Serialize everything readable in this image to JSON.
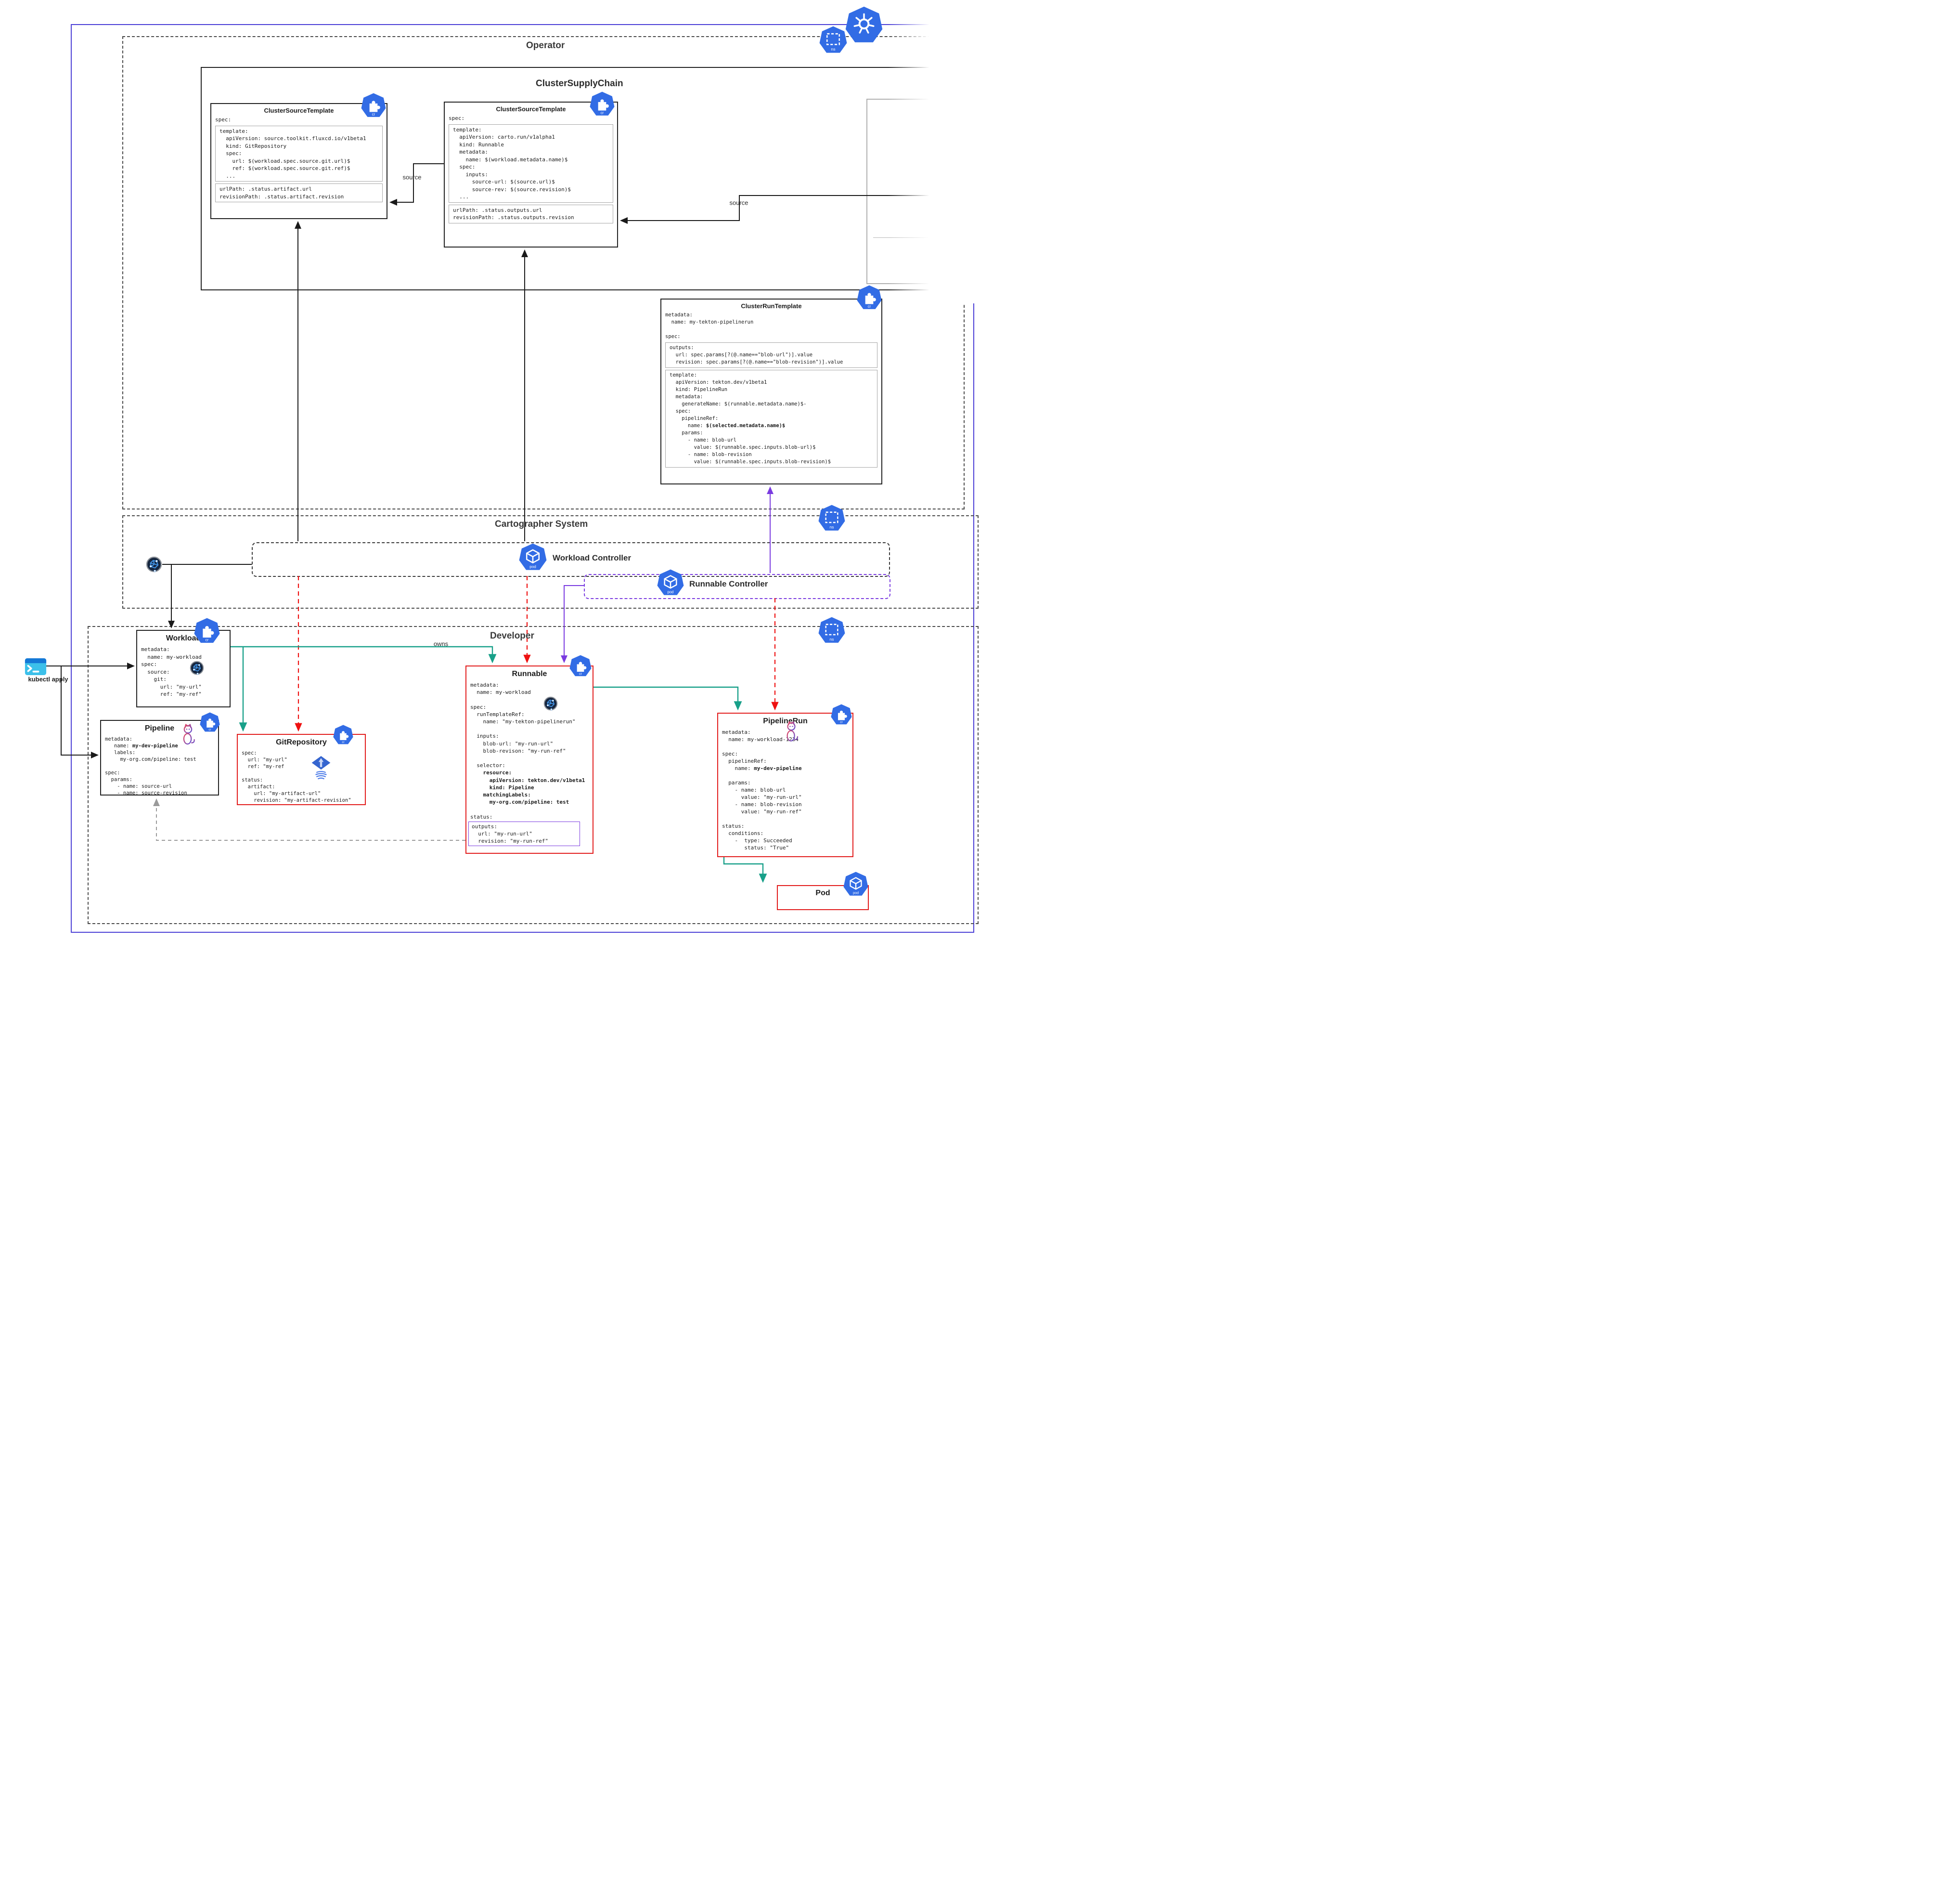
{
  "diagram": {
    "regions": {
      "operator": "Operator",
      "supply_chain": "ClusterSupplyChain",
      "cartographer": "Cartographer System",
      "developer": "Developer"
    },
    "controllers": {
      "workload": "Workload Controller",
      "runnable": "Runnable Controller"
    },
    "edge_labels": {
      "source1": "source",
      "source2": "source",
      "owns": "owns"
    },
    "kubectl_label": "kubectl apply",
    "badges": {
      "cr": "cr",
      "pod": "pod",
      "ns": "ns"
    },
    "colors": {
      "k8s_blue": "#326ce5",
      "red": "#e21c1c",
      "teal": "#18a089",
      "purple": "#7a3be0",
      "outer_border": "#4b3fd6",
      "red_dashed": "#ee1111"
    }
  },
  "boxes": {
    "cst1": {
      "title": "ClusterSourceTemplate",
      "head": [
        "spec:"
      ],
      "template_section": [
        "template:",
        "  apiVersion: source.toolkit.fluxcd.io/v1beta1",
        "  kind: GitRepository",
        "  spec:",
        "    url: $(workload.spec.source.git.url)$",
        "    ref: $(workload.spec.source.git.ref)$",
        "  ..."
      ],
      "path_section": [
        "urlPath: .status.artifact.url",
        "revisionPath: .status.artifact.revision"
      ]
    },
    "cst2": {
      "title": "ClusterSourceTemplate",
      "head": [
        "spec:"
      ],
      "template_section": [
        "template:",
        "  apiVersion: carto.run/v1alpha1",
        "  kind: Runnable",
        "  metadata:",
        "    name: $(workload.metadata.name)$",
        "  spec:",
        "    inputs:",
        "      source-url: $(source.url)$",
        "      source-rev: $(source.revision)$",
        "  ..."
      ],
      "path_section": [
        "urlPath: .status.outputs.url",
        "revisionPath: .status.outputs.revision"
      ]
    },
    "crt": {
      "title": "ClusterRunTemplate",
      "head": [
        "metadata:",
        "  name: my-tekton-pipelinerun",
        "",
        "spec:"
      ],
      "outputs_section": [
        "outputs:",
        "  url: spec.params[?(@.name==\"blob-url\")].value",
        "  revision: spec.params[?(@.name==\"blob-revision\")].value"
      ],
      "template_section": [
        "template:",
        "  apiVersion: tekton.dev/v1beta1",
        "  kind: PipelineRun",
        "  metadata:",
        "    generateName: $(runnable.metadata.name)$-",
        "  spec:",
        "    pipelineRef:",
        {
          "pre": "      name: ",
          "bold": "$(selected.metadata.name)$"
        },
        "    params:",
        "      - name: blob-url",
        "        value: $(runnable.spec.inputs.blob-url)$",
        "      - name: blob-revision",
        "        value: $(runnable.spec.inputs.blob-revision)$"
      ]
    },
    "workload": {
      "title": "Workload",
      "yaml": [
        "metadata:",
        "  name: my-workload",
        "spec:",
        "  source:",
        "    git:",
        "      url: \"my-url\"",
        "      ref: \"my-ref\""
      ]
    },
    "pipeline": {
      "title": "Pipeline",
      "yaml": [
        "metadata:",
        {
          "pre": "   name: ",
          "bold": "my-dev-pipeline"
        },
        "   labels:",
        "     my-org.com/pipeline: test",
        "",
        "spec:",
        "  params:",
        "    - name: source-url",
        "    - name: source-revision"
      ]
    },
    "gitrepository": {
      "title": "GitRepository",
      "yaml": [
        "spec:",
        "  url: \"my-url\"",
        "  ref: \"my-ref",
        "",
        "status:",
        "  artifact:",
        "    url: \"my-artifact-url\"",
        "    revision: \"my-artifact-revision\""
      ]
    },
    "runnable": {
      "title": "Runnable",
      "yaml": [
        "metadata:",
        "  name: my-workload",
        "",
        "spec:",
        "  runTemplateRef:",
        "    name: \"my-tekton-pipelinerun\"",
        "",
        "  inputs:",
        "    blob-url: \"my-run-url\"",
        "    blob-revison: \"my-run-ref\"",
        "",
        "  selector:",
        {
          "text": "    resource:",
          "bold": true
        },
        {
          "text": "      apiVersion: tekton.dev/v1beta1",
          "bold": true
        },
        {
          "text": "      kind: Pipeline",
          "bold": true
        },
        {
          "text": "    matchingLabels:",
          "bold": true
        },
        {
          "text": "      my-org.com/pipeline: test",
          "bold": true
        },
        "",
        "status:"
      ],
      "outputs_box": [
        "outputs:",
        "  url: \"my-run-url\"",
        "  revision: \"my-run-ref\""
      ]
    },
    "pipelinerun": {
      "title": "PipelineRun",
      "yaml": [
        "metadata:",
        "  name: my-workload-1234",
        "",
        "spec:",
        "  pipelineRef:",
        {
          "pre": "    name: ",
          "bold": "my-dev-pipeline"
        },
        "",
        "  params:",
        "    - name: blob-url",
        "      value: \"my-run-url\"",
        "    - name: blob-revision",
        "      value: \"my-run-ref\"",
        "",
        "status:",
        "  conditions:",
        "    -  type: Succeeded",
        "       status: \"True\""
      ]
    },
    "pod": {
      "title": "Pod"
    }
  }
}
